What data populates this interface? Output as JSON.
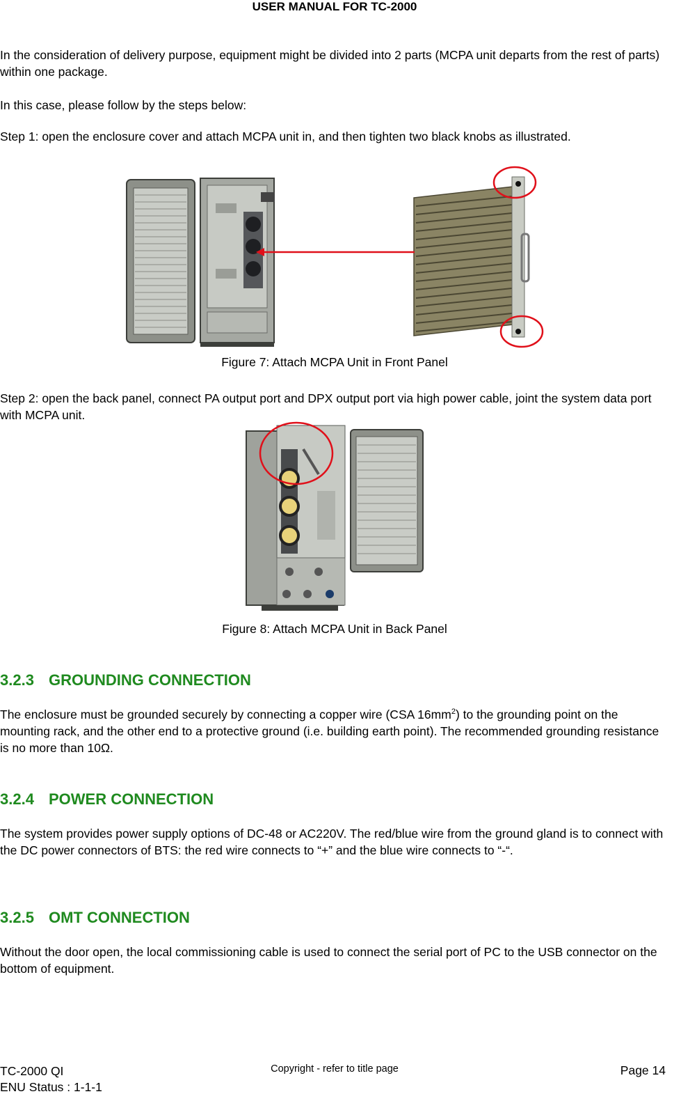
{
  "header": {
    "title": "USER MANUAL FOR TC-2000"
  },
  "intro": {
    "p1": "In the consideration of delivery purpose, equipment might be divided into 2 parts (MCPA unit departs from the rest of parts) within one package.",
    "p2": "In this case, please follow by the steps below:",
    "step1": "Step 1: open the enclosure cover and attach MCPA unit in, and then tighten two black knobs as illustrated."
  },
  "figure7": {
    "caption": "Figure 7: Attach MCPA Unit in Front Panel"
  },
  "step2": {
    "text": "Step 2: open the back panel, connect PA output port and DPX output port via high power cable, joint the system data port with MCPA unit."
  },
  "figure8": {
    "caption": "Figure 8: Attach MCPA Unit in Back Panel"
  },
  "sections": [
    {
      "number": "3.2.3",
      "title": "GROUNDING CONNECTION",
      "text_before_sup": "The enclosure must be grounded securely by connecting a copper wire (CSA 16mm",
      "sup": "2",
      "text_after_sup": ") to the grounding point on the mounting rack, and the other end to a protective ground (i.e. building earth point). The recommended grounding resistance is no more than 10Ω."
    },
    {
      "number": "3.2.4",
      "title": "POWER CONNECTION",
      "text": "The system provides power supply options of DC-48 or AC220V. The red/blue wire from the ground gland is to connect with the DC power connectors of BTS: the red wire connects to “+” and the blue wire connects to “-“."
    },
    {
      "number": "3.2.5",
      "title": "OMT CONNECTION",
      "text": "Without the door open, the local commissioning cable is used to connect the serial port of PC to the USB connector on the bottom of equipment."
    }
  ],
  "footer": {
    "doc_id": "TC-2000 QI",
    "status": "ENU Status : 1-1-1",
    "copyright": "Copyright - refer to title page",
    "page": "Page 14"
  },
  "colors": {
    "heading": "#1f8a1f",
    "highlight": "#e0101a"
  }
}
